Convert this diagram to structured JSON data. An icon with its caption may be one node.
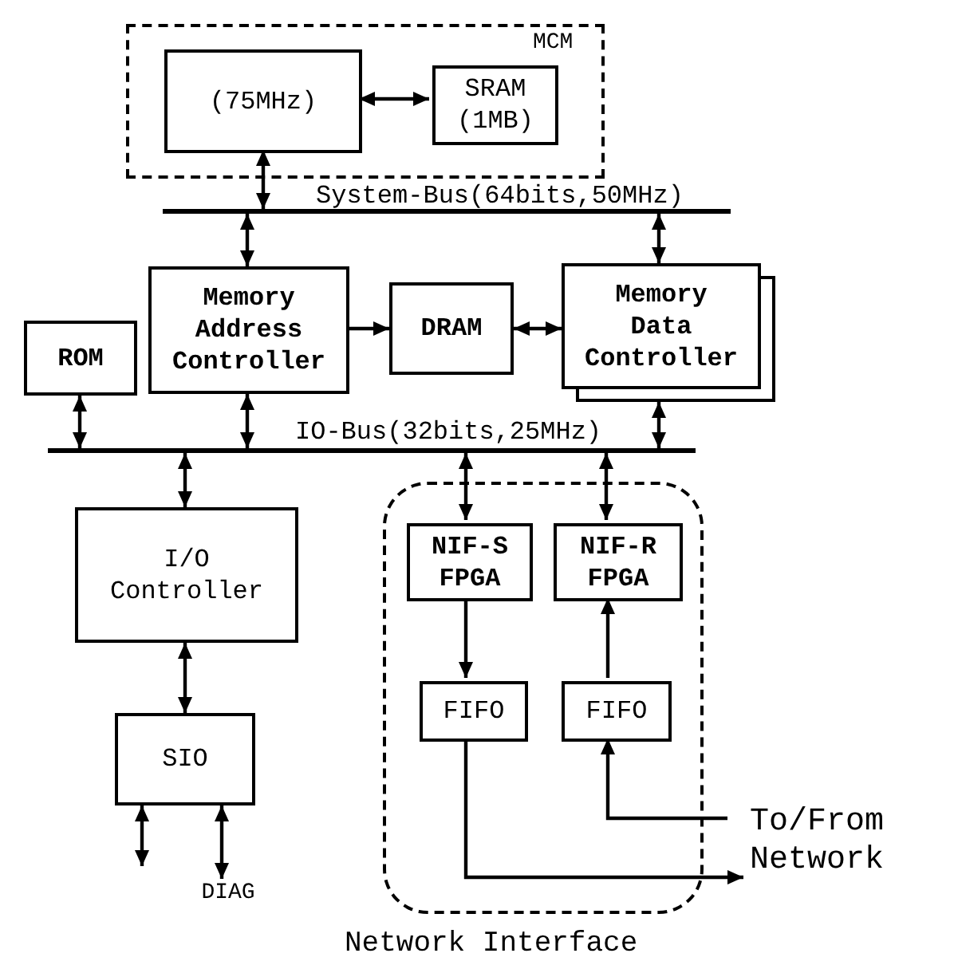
{
  "diagram": {
    "nodes": [
      {
        "text": [
          "MCM"
        ]
      },
      {
        "text": [
          "(75MHz)"
        ],
        "in": 0
      },
      {
        "text": [
          "SRAM (1MB)"
        ],
        "in": 0
      },
      {
        "text": [],
        "shape": "bar",
        "beside": [
          "System-Bus(64bits,50MHz)"
        ]
      },
      {
        "text": [
          "Memory Address Controller"
        ]
      },
      {
        "text": [
          "DRAM"
        ]
      },
      {
        "text": [
          "Memory Data Controller"
        ]
      },
      {
        "text": [
          "ROM"
        ]
      },
      {
        "text": [],
        "shape": "bar",
        "beside": [
          "IO-Bus(32bits,25MHz)"
        ]
      },
      {
        "text": [
          "I/O Controller"
        ]
      },
      {
        "text": [
          "SIO"
        ]
      },
      {
        "text": [
          "Network Interface"
        ]
      },
      {
        "text": [
          "NIF-S FPGA"
        ],
        "in": 11
      },
      {
        "text": [
          "NIF-R FPGA"
        ],
        "in": 11
      },
      {
        "text": [
          "FIFO"
        ],
        "in": 11
      },
      {
        "text": [
          "FIFO"
        ],
        "in": 11
      },
      {
        "text": [
          "To/From Network"
        ]
      },
      {
        "text": [
          "DIAG"
        ]
      }
    ],
    "edges": [
      {
        "from": 1,
        "to": 2,
        "arrow": "both"
      },
      {
        "from": 1,
        "to": 3,
        "arrow": "both"
      },
      {
        "from": 3,
        "to": 4,
        "arrow": "both"
      },
      {
        "from": 3,
        "to": 6,
        "arrow": "both"
      },
      {
        "from": 4,
        "to": 5,
        "arrow": "to"
      },
      {
        "from": 5,
        "to": 6,
        "arrow": "both"
      },
      {
        "from": 7,
        "to": 8,
        "arrow": "both"
      },
      {
        "from": 4,
        "to": 8,
        "arrow": "both"
      },
      {
        "from": 6,
        "to": 8,
        "arrow": "both"
      },
      {
        "from": 8,
        "to": 9,
        "arrow": "both"
      },
      {
        "from": 8,
        "to": 12,
        "arrow": "both"
      },
      {
        "from": 8,
        "to": 13,
        "arrow": "both"
      },
      {
        "from": 9,
        "to": 10,
        "arrow": "both"
      },
      {
        "from": 10,
        "to": null,
        "arrow": "both"
      },
      {
        "from": 10,
        "to": 17,
        "arrow": "both"
      },
      {
        "from": 12,
        "to": 14,
        "arrow": "to"
      },
      {
        "from": 15,
        "to": 13,
        "arrow": "to"
      },
      {
        "from": 14,
        "to": 16,
        "arrow": "to"
      },
      {
        "from": 16,
        "to": 15,
        "arrow": "to"
      }
    ]
  }
}
